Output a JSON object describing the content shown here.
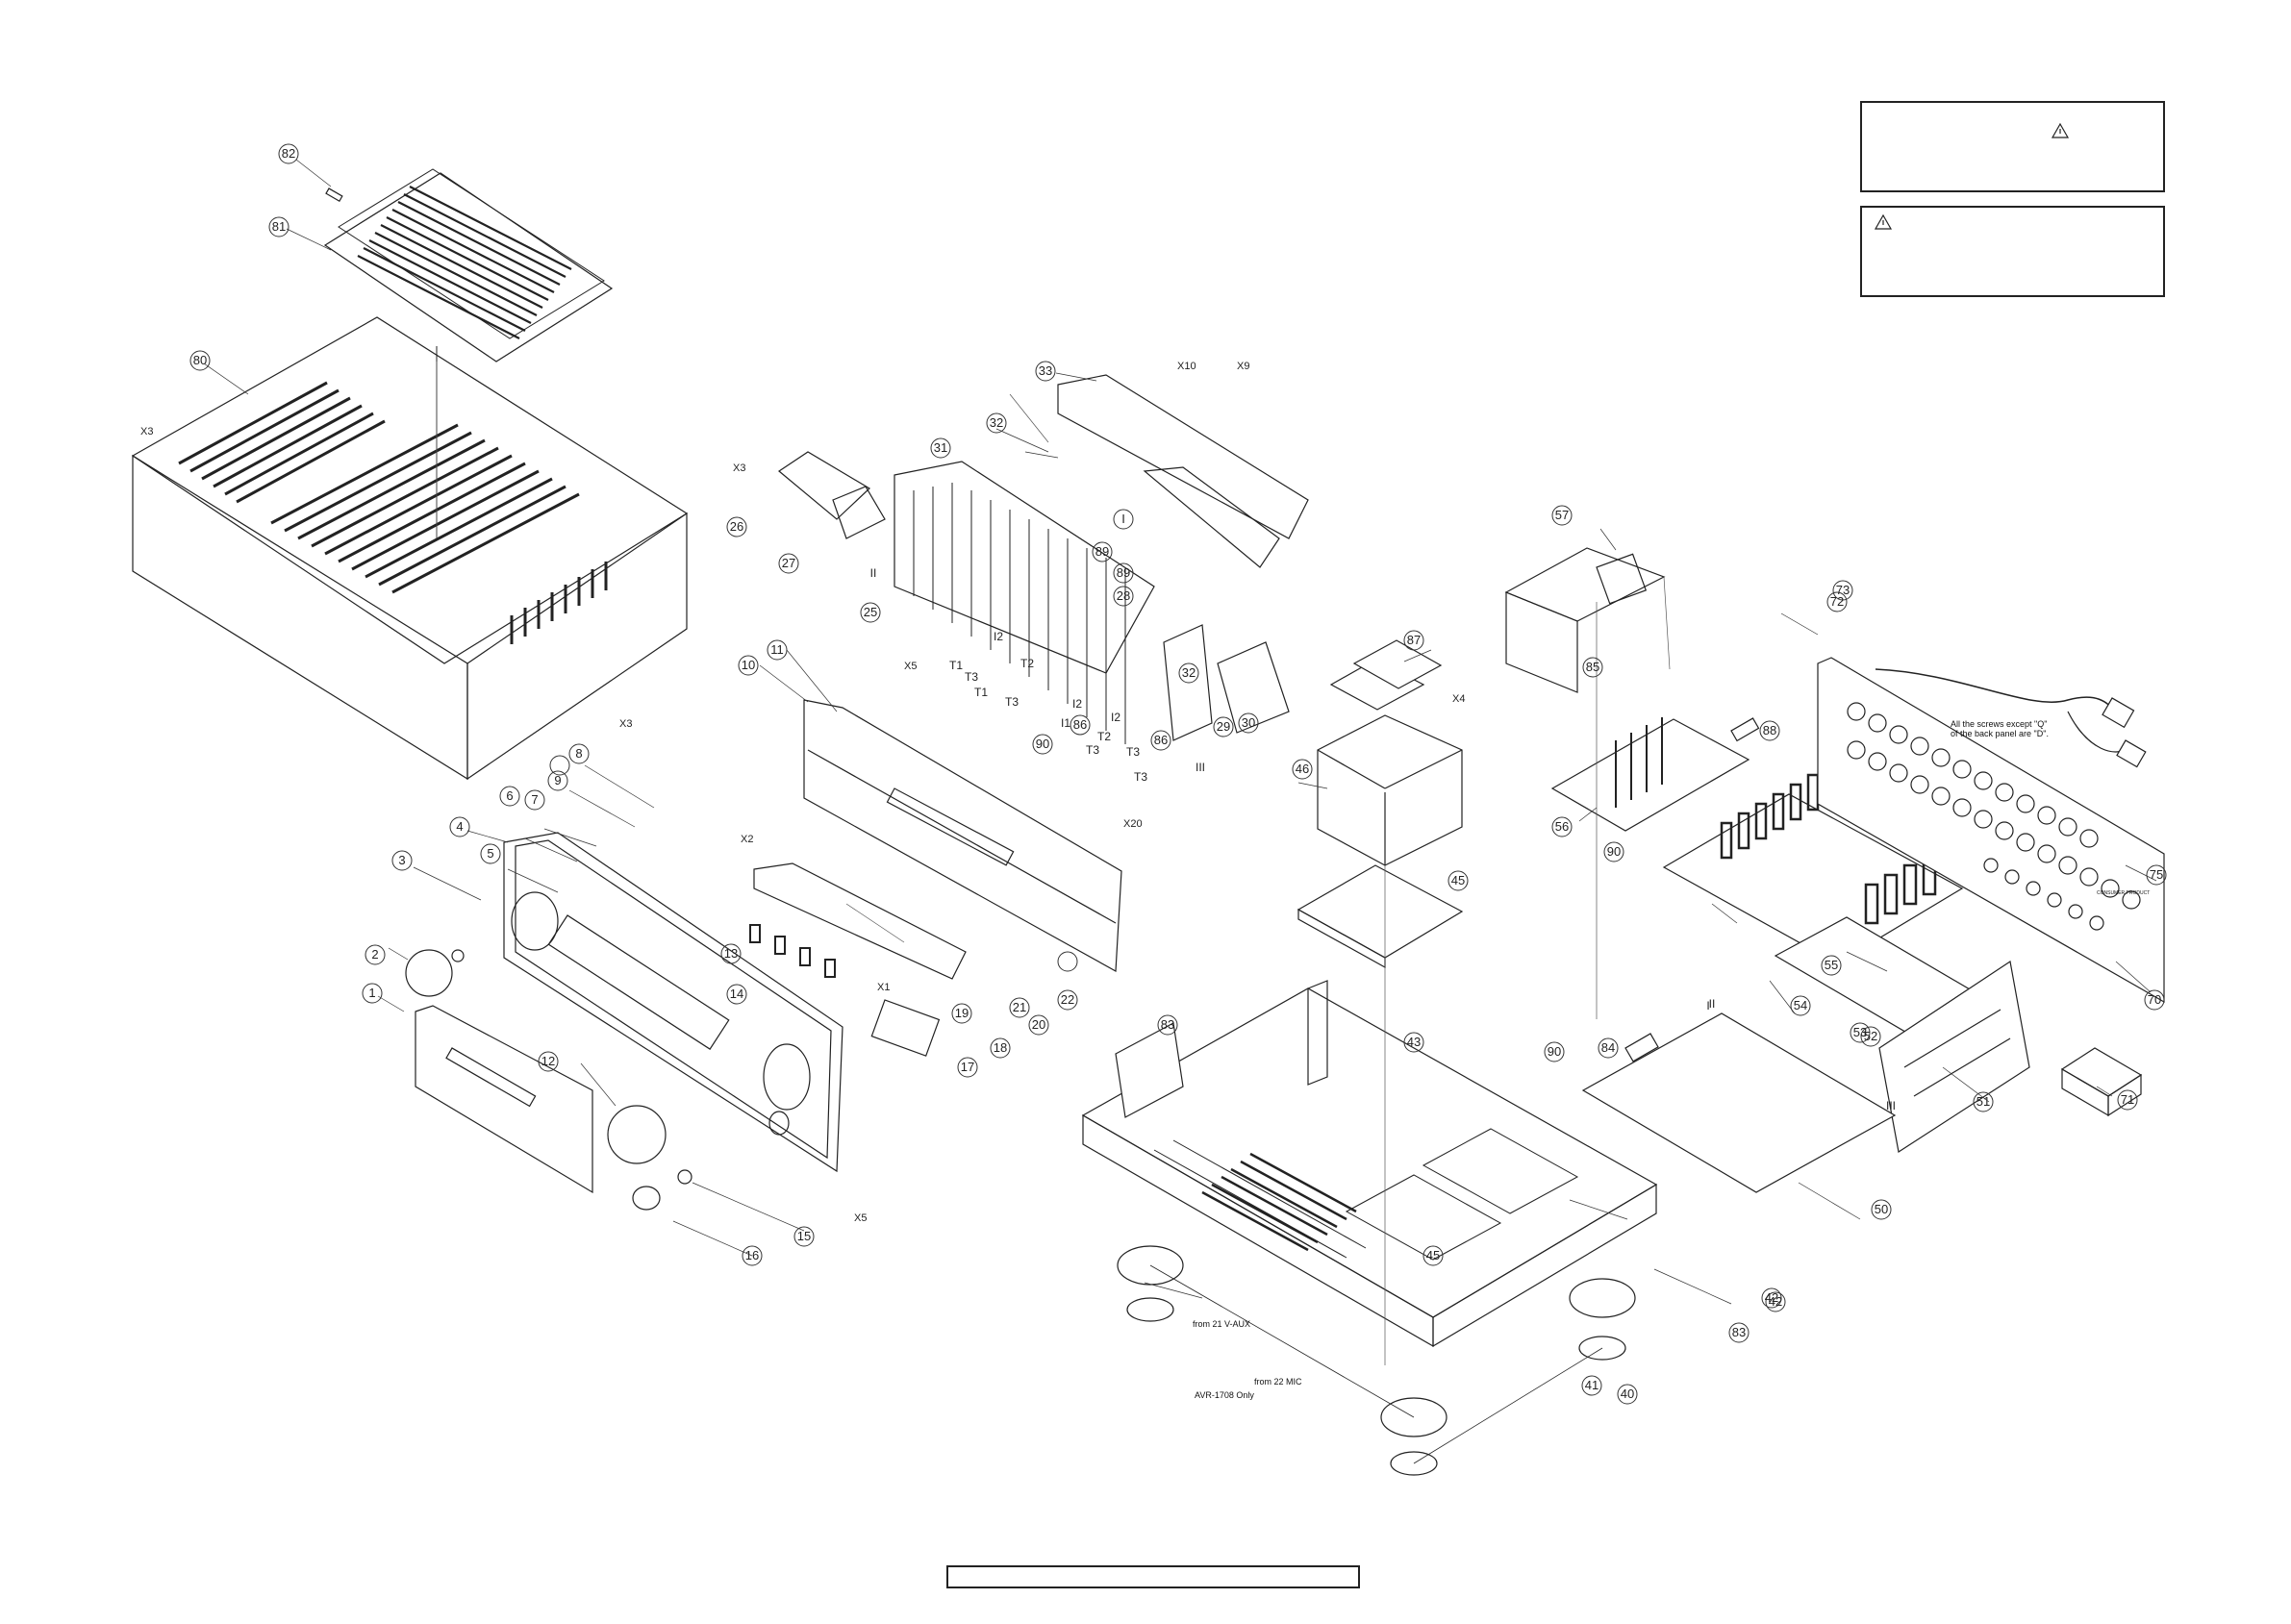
{
  "callouts": {
    "c1": "1",
    "c2": "2",
    "c3": "3",
    "c4": "4",
    "c5": "5",
    "c6": "6",
    "c7": "7",
    "c8": "8",
    "c9": "9",
    "c10": "10",
    "c11": "11",
    "c12": "12",
    "c13": "13",
    "c14": "14",
    "c15": "15",
    "c16": "16",
    "c17": "17",
    "c18": "18",
    "c19": "19",
    "c20": "20",
    "c21": "21",
    "c22": "22",
    "c25": "25",
    "c26": "26",
    "c27": "27",
    "c28": "28",
    "c29": "29",
    "c30": "30",
    "c31": "31",
    "c32a": "32",
    "c32b": "32",
    "c33": "33",
    "c40": "40",
    "c41": "41",
    "c42": "42",
    "c43": "43",
    "c45": "45",
    "c46": "46",
    "c50": "50",
    "c51": "51",
    "c52": "52",
    "c53": "53",
    "c54": "54",
    "c55": "55",
    "c56": "56",
    "c57": "57",
    "c70": "70",
    "c71": "71",
    "c72": "72",
    "c73": "73",
    "c75": "75",
    "c80": "80",
    "c81": "81",
    "c82": "82",
    "c83a": "83",
    "c83b": "83",
    "c84": "84",
    "c85": "85",
    "c86": "86",
    "c87": "87",
    "c88": "88",
    "c89": "89",
    "c90a": "90",
    "c90b": "90"
  },
  "boards": {
    "t1": "T1",
    "t2": "T2",
    "t3": "T3",
    "i1": "I1",
    "i2": "I2",
    "rI": "I",
    "rII": "II",
    "rIII": "III"
  },
  "screws": {
    "cx3": "X3",
    "dx3a": "X3",
    "dx3b": "X3",
    "x5": "X5",
    "x20": "X20",
    "x2": "X2",
    "x1": "X1",
    "x4": "X4",
    "x10": "X10",
    "x9": "X9",
    "x5b": "X5"
  },
  "notes": {
    "back_panel": "All the screws except \"Q\"\nof the back panel are \"D\".",
    "vaux": "from 21 V-AUX",
    "mic": "from 22 MIC",
    "avr": "AVR-1708 Only",
    "rear_label": "CONSUMER PRODUCT"
  }
}
